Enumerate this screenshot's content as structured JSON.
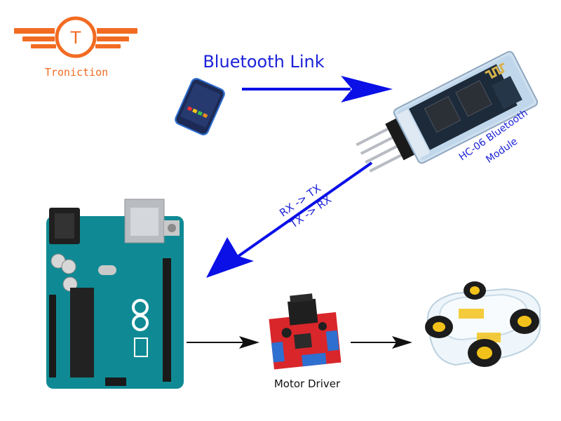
{
  "brand": {
    "letter": "T",
    "name": "Troniction",
    "color": "#f26b22"
  },
  "labels": {
    "bluetooth_link": "Bluetooth Link",
    "hc06_line1": "HC-06 Bluetooth",
    "hc06_line2": "Module",
    "serial_line1": "RX -> TX",
    "serial_line2": "TX -> RX",
    "motor_driver": "Motor Driver"
  },
  "colors": {
    "arrow_blue": "#0a10e6",
    "text_blue": "#1c22d8",
    "arrow_black": "#111111",
    "pcb_teal": "#0f8a94",
    "driver_red": "#d9262a",
    "wheel_yellow": "#f2c21a"
  }
}
